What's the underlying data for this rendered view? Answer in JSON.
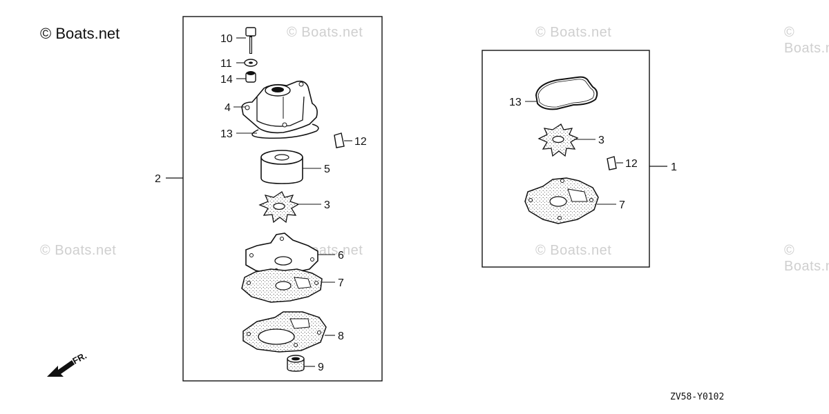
{
  "copyright": "© Boats.net",
  "watermark": "© Boats.net",
  "diagram_code": "ZV58-Y0102",
  "direction_label": "FR.",
  "assembly_left": {
    "label": "2"
  },
  "assembly_right": {
    "label": "1"
  },
  "left_parts": [
    "10",
    "11",
    "14",
    "4",
    "13",
    "12",
    "5",
    "3",
    "6",
    "7",
    "8",
    "9"
  ],
  "right_parts": [
    "13",
    "3",
    "12",
    "7"
  ]
}
